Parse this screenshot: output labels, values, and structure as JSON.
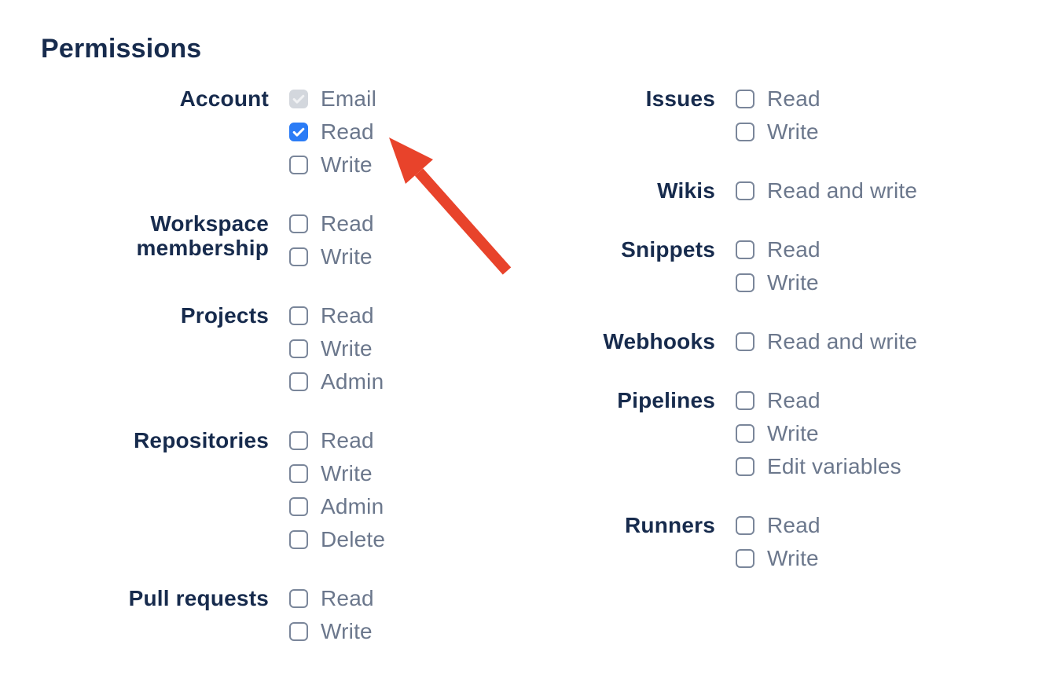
{
  "section_title": "Permissions",
  "colors": {
    "navy": "#172B4D",
    "option-text": "#6B778C",
    "box-border": "#7A869A",
    "box-checked": "#2B7CF6",
    "box-disabled-bg": "#D3D7DD",
    "box-disabled-check": "#F1F2F4",
    "arrow": "#E8432B"
  },
  "columns": [
    {
      "groups": [
        {
          "label": "Account",
          "options": [
            {
              "label": "Email",
              "state": "disabled-checked"
            },
            {
              "label": "Read",
              "state": "checked"
            },
            {
              "label": "Write",
              "state": "unchecked"
            }
          ]
        },
        {
          "label": "Workspace membership",
          "options": [
            {
              "label": "Read",
              "state": "unchecked"
            },
            {
              "label": "Write",
              "state": "unchecked"
            }
          ]
        },
        {
          "label": "Projects",
          "options": [
            {
              "label": "Read",
              "state": "unchecked"
            },
            {
              "label": "Write",
              "state": "unchecked"
            },
            {
              "label": "Admin",
              "state": "unchecked"
            }
          ]
        },
        {
          "label": "Repositories",
          "options": [
            {
              "label": "Read",
              "state": "unchecked"
            },
            {
              "label": "Write",
              "state": "unchecked"
            },
            {
              "label": "Admin",
              "state": "unchecked"
            },
            {
              "label": "Delete",
              "state": "unchecked"
            }
          ]
        },
        {
          "label": "Pull requests",
          "options": [
            {
              "label": "Read",
              "state": "unchecked"
            },
            {
              "label": "Write",
              "state": "unchecked"
            }
          ]
        }
      ]
    },
    {
      "groups": [
        {
          "label": "Issues",
          "options": [
            {
              "label": "Read",
              "state": "unchecked"
            },
            {
              "label": "Write",
              "state": "unchecked"
            }
          ]
        },
        {
          "label": "Wikis",
          "options": [
            {
              "label": "Read and write",
              "state": "unchecked"
            }
          ]
        },
        {
          "label": "Snippets",
          "options": [
            {
              "label": "Read",
              "state": "unchecked"
            },
            {
              "label": "Write",
              "state": "unchecked"
            }
          ]
        },
        {
          "label": "Webhooks",
          "options": [
            {
              "label": "Read and write",
              "state": "unchecked"
            }
          ]
        },
        {
          "label": "Pipelines",
          "options": [
            {
              "label": "Read",
              "state": "unchecked"
            },
            {
              "label": "Write",
              "state": "unchecked"
            },
            {
              "label": "Edit variables",
              "state": "unchecked"
            }
          ]
        },
        {
          "label": "Runners",
          "options": [
            {
              "label": "Read",
              "state": "unchecked"
            },
            {
              "label": "Write",
              "state": "unchecked"
            }
          ]
        }
      ]
    }
  ],
  "annotation": {
    "type": "arrow",
    "points_at": "account-read-checkbox"
  }
}
